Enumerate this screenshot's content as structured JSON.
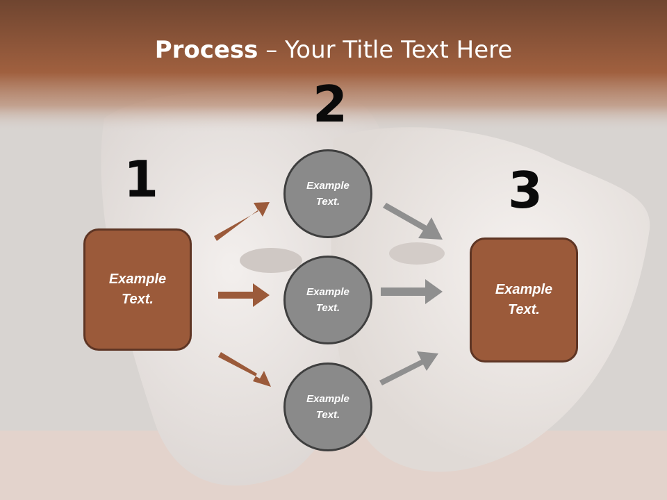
{
  "title": {
    "bold": "Process",
    "rest": " – Your Title Text Here"
  },
  "steps": [
    {
      "number": "1",
      "text": "Example Text."
    },
    {
      "number": "2",
      "items": [
        "Example Text.",
        "Example Text.",
        "Example Text."
      ]
    },
    {
      "number": "3",
      "text": "Example Text."
    }
  ],
  "colors": {
    "header": "#9b5a3a",
    "box": "#9b5a3a",
    "box_border": "#5e3524",
    "circle": "#8a8a8a",
    "circle_border": "#3f3f3f",
    "arrow_in": "#9b5a3a",
    "arrow_out": "#8f8f8f"
  }
}
